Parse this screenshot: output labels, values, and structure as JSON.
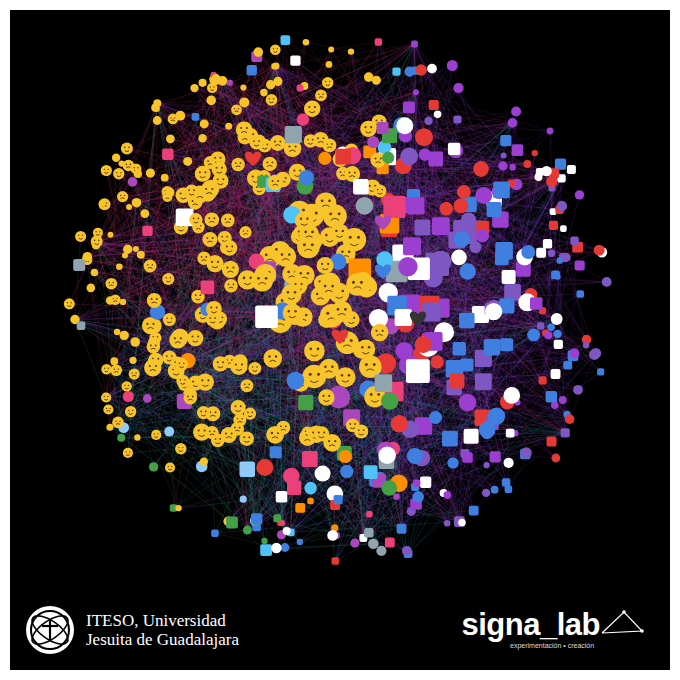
{
  "diagram": {
    "labels": [
      "ITESO, Universidad Jesuita de Guadalajara",
      "signa_lab",
      "experimentación • creación"
    ]
  }
}
